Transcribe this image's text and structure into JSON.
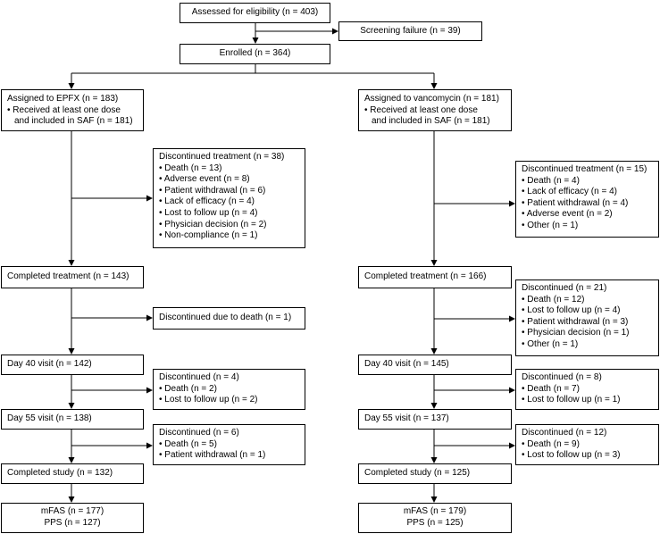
{
  "top": {
    "assessed": "Assessed for eligibility (n = 403)",
    "screening_failure": "Screening failure (n = 39)",
    "enrolled": "Enrolled (n = 364)"
  },
  "left_arm": {
    "assigned_title": "Assigned to EPFX (n = 183)",
    "assigned_detail_1": "• Received at least one dose",
    "assigned_detail_2": "and included in SAF (n = 181)",
    "discontinued_treatment": {
      "title": "Discontinued treatment (n = 38)",
      "items": [
        "• Death (n = 13)",
        "• Adverse event (n = 8)",
        "• Patient withdrawal (n = 6)",
        "• Lack of efficacy (n = 4)",
        "• Lost to follow up (n = 4)",
        "• Physician decision (n = 2)",
        "• Non-compliance (n = 1)"
      ]
    },
    "completed_treatment": "Completed treatment (n = 143)",
    "discontinued_after_treatment": {
      "title": "Discontinued due to death (n = 1)",
      "items": []
    },
    "day40": "Day 40 visit (n = 142)",
    "discontinued_day40": {
      "title": "Discontinued (n = 4)",
      "items": [
        "• Death (n = 2)",
        "• Lost to follow up (n = 2)"
      ]
    },
    "day55": "Day 55 visit (n = 138)",
    "discontinued_day55": {
      "title": "Discontinued (n = 6)",
      "items": [
        "• Death (n = 5)",
        "• Patient withdrawal (n = 1)"
      ]
    },
    "completed_study": "Completed study (n = 132)",
    "analysis_1": "mFAS (n = 177)",
    "analysis_2": "PPS (n = 127)"
  },
  "right_arm": {
    "assigned_title": "Assigned to vancomycin (n = 181)",
    "assigned_detail_1": "• Received at least one dose",
    "assigned_detail_2": "and included in SAF (n = 181)",
    "discontinued_treatment": {
      "title": "Discontinued treatment (n = 15)",
      "items": [
        "• Death (n = 4)",
        "• Lack of efficacy (n = 4)",
        "• Patient withdrawal (n = 4)",
        "• Adverse event (n = 2)",
        "• Other (n = 1)"
      ]
    },
    "completed_treatment": "Completed treatment (n = 166)",
    "discontinued_after_treatment": {
      "title": "Discontinued (n = 21)",
      "items": [
        "• Death (n = 12)",
        "• Lost to follow up (n = 4)",
        "• Patient withdrawal (n = 3)",
        "• Physician decision (n = 1)",
        "• Other (n = 1)"
      ]
    },
    "day40": "Day 40 visit (n = 145)",
    "discontinued_day40": {
      "title": "Discontinued (n = 8)",
      "items": [
        "• Death (n = 7)",
        "• Lost to follow up (n = 1)"
      ]
    },
    "day55": "Day 55 visit (n = 137)",
    "discontinued_day55": {
      "title": "Discontinued (n = 12)",
      "items": [
        "• Death (n = 9)",
        "• Lost to follow up (n = 3)"
      ]
    },
    "completed_study": "Completed study (n = 125)",
    "analysis_1": "mFAS (n = 179)",
    "analysis_2": "PPS (n = 125)"
  }
}
